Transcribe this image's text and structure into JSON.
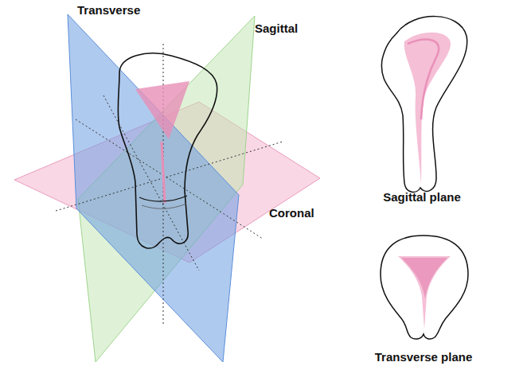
{
  "diagram": {
    "labels": [
      "Transverse",
      "Sagittal",
      "Coronal",
      "Sagittal plane",
      "Transverse plane"
    ]
  }
}
